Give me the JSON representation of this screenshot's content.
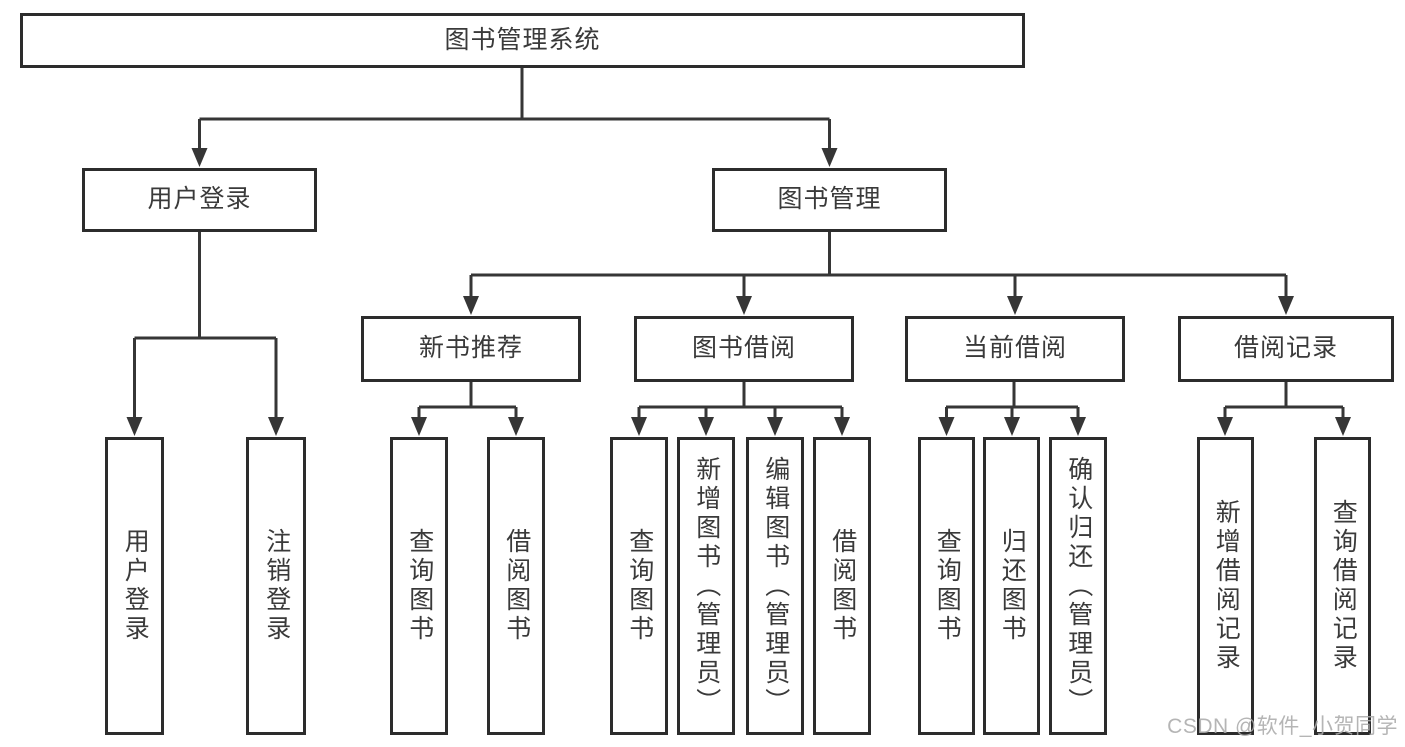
{
  "nodes": {
    "root": "图书管理系统",
    "level2": [
      "用户登录",
      "图书管理"
    ],
    "level3": [
      "新书推荐",
      "图书借阅",
      "当前借阅",
      "借阅记录"
    ],
    "leaves_user_login": [
      "用户登录",
      "注销登录"
    ],
    "leaves_new_book_rec": [
      "查询图书",
      "借阅图书"
    ],
    "leaves_book_borrow": [
      "查询图书",
      "新增图书（管理员）",
      "编辑图书（管理员）",
      "借阅图书"
    ],
    "leaves_current_borrow": [
      "查询图书",
      "归还图书",
      "确认归还（管理员）"
    ],
    "leaves_borrow_records": [
      "新增借阅记录",
      "查询借阅记录"
    ]
  },
  "watermark": "CSDN @软件_小贺同学",
  "colors": {
    "line": "#363636",
    "box_border": "#2c2c2c",
    "box_fill": "#ffffff",
    "text": "#3a3a3a",
    "watermark": "#ababab",
    "background": "#ffffff"
  }
}
